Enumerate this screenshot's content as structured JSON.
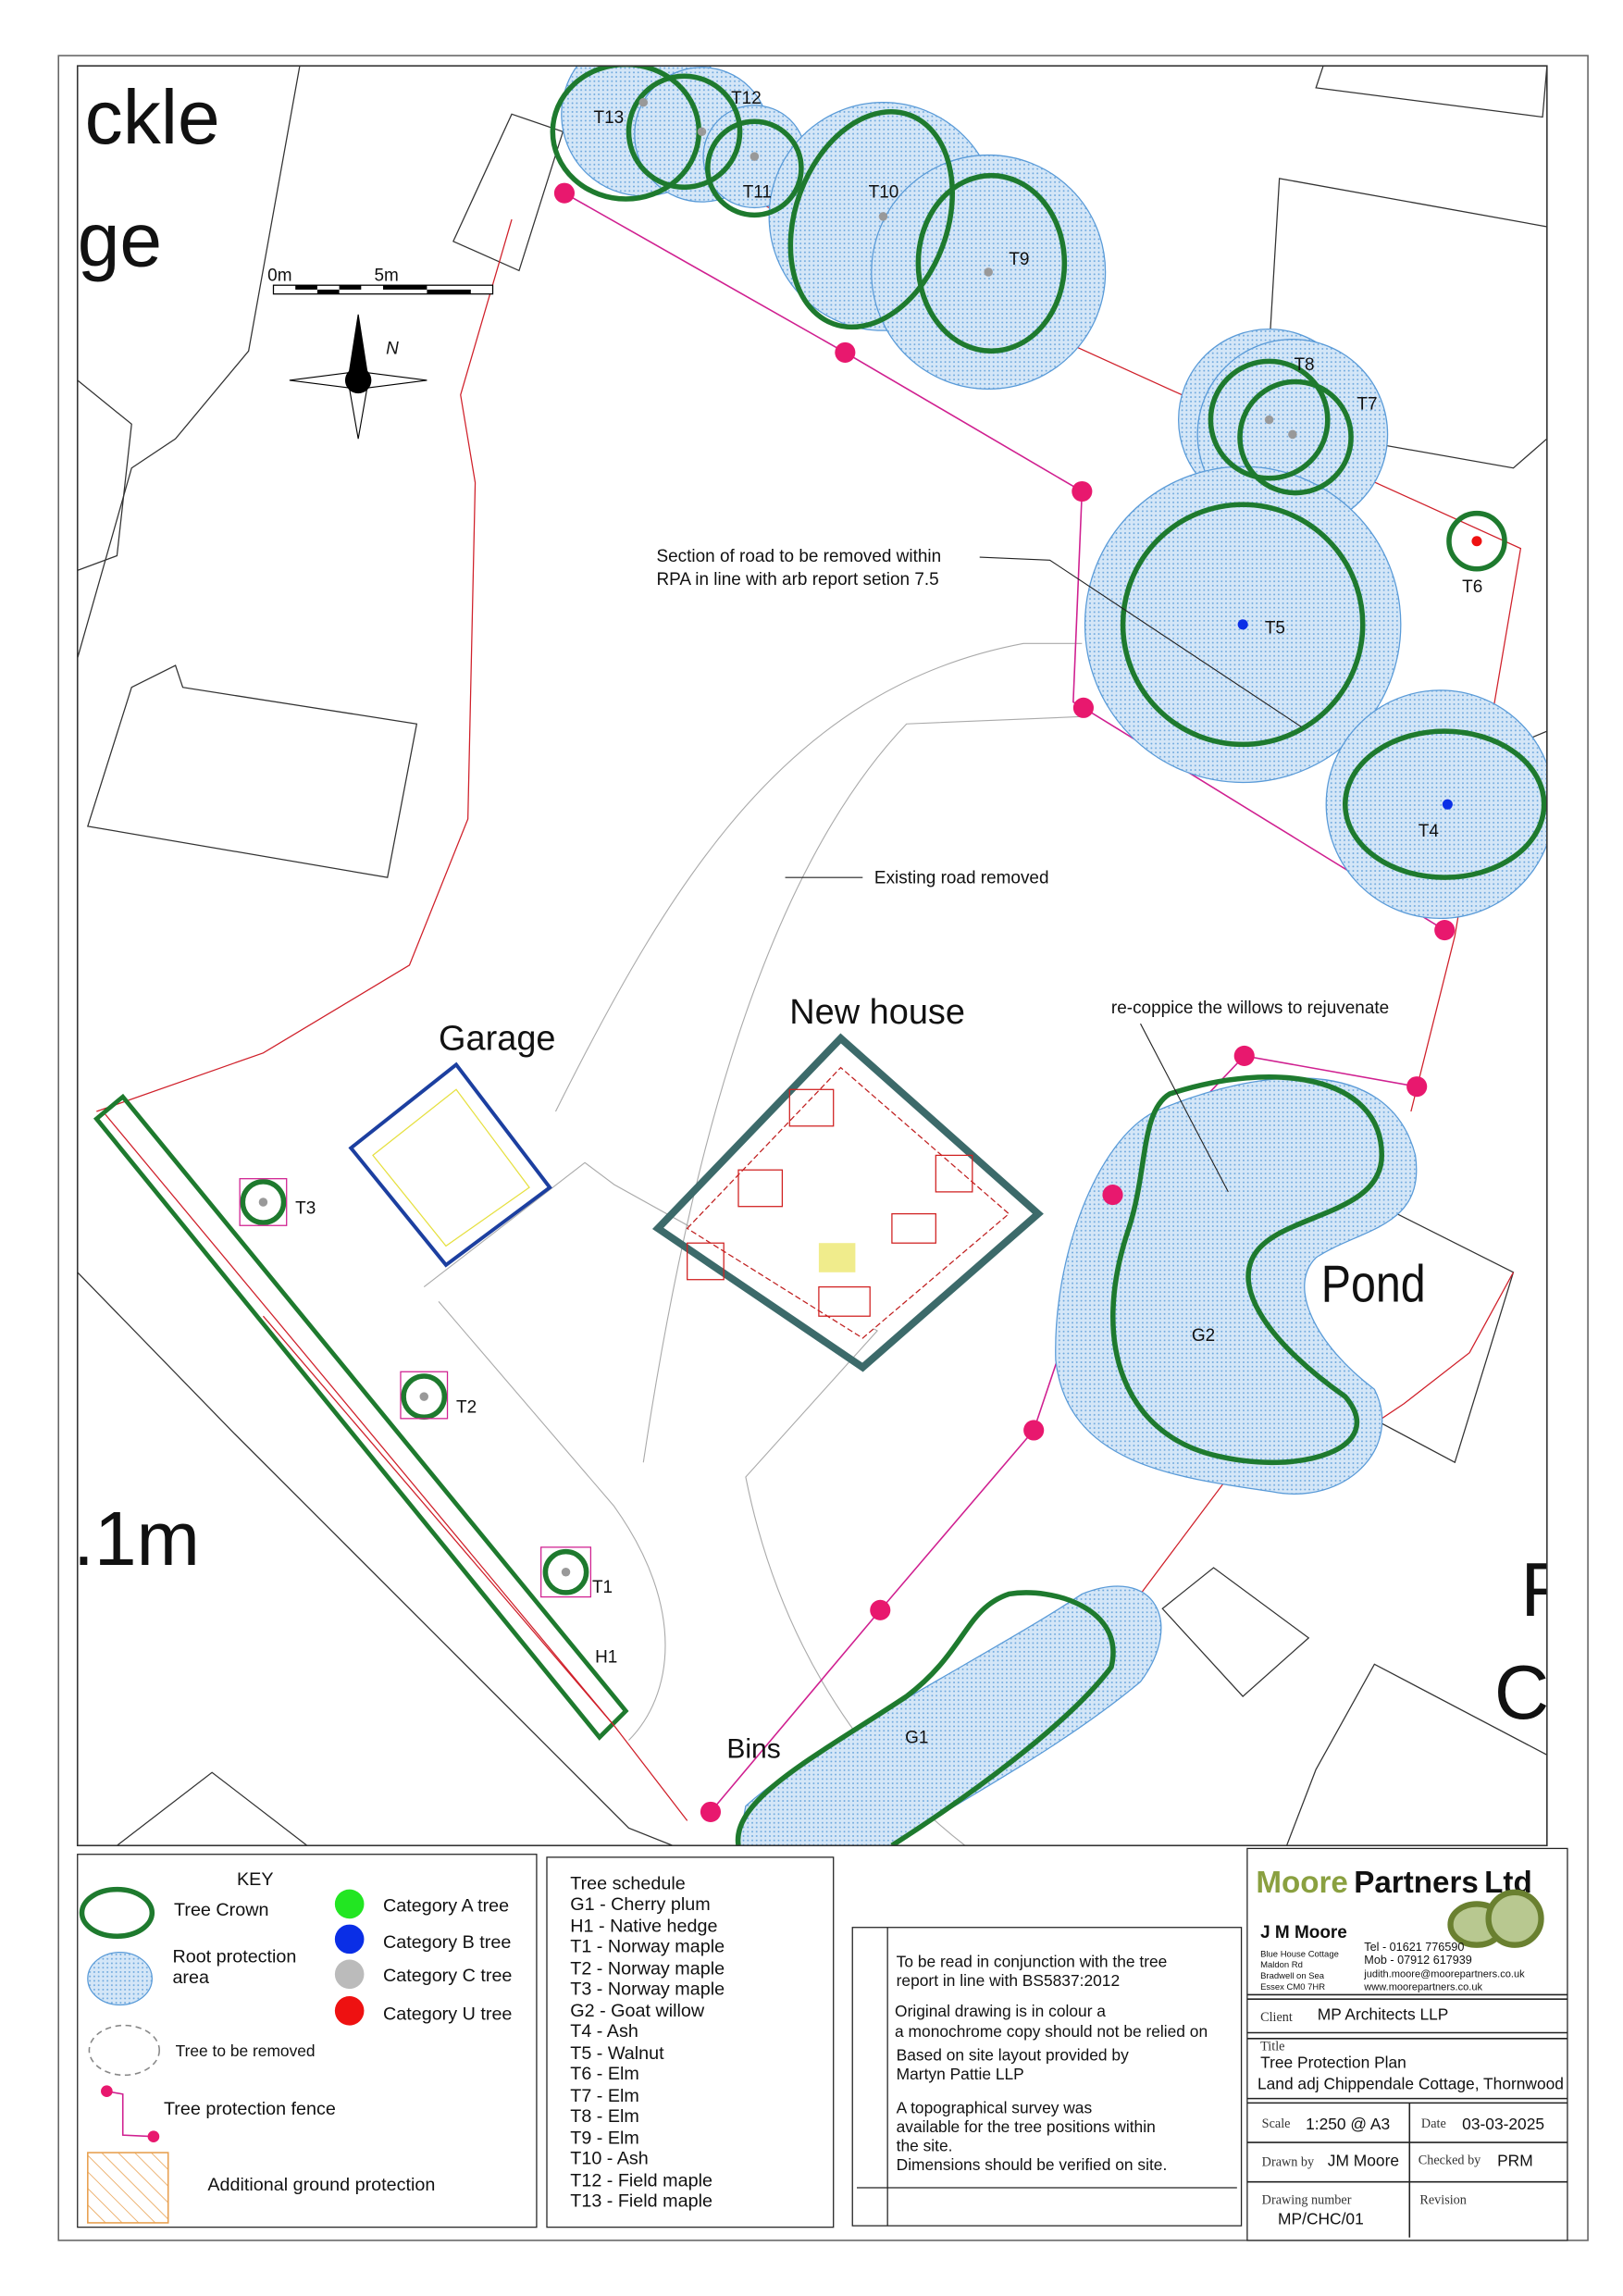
{
  "map": {
    "partial_labels": [
      "ckle",
      "ge",
      ".1m",
      "F",
      "C"
    ],
    "scale_bar": {
      "start": "0m",
      "mid": "5m"
    },
    "north": "N",
    "labels": {
      "garage": "Garage",
      "new_house": "New house",
      "pond": "Pond",
      "bins": "Bins",
      "road_note_1": "Section of road to be removed within",
      "road_note_2": "RPA in line with arb report setion 7.5",
      "existing_road": "Existing road removed",
      "coppice": "re-coppice the willows to rejuvenate"
    },
    "trees": [
      "T1",
      "T2",
      "T3",
      "T4",
      "T5",
      "T6",
      "T7",
      "T8",
      "T9",
      "T10",
      "T11",
      "T12",
      "T13",
      "G1",
      "G2",
      "H1"
    ],
    "colors": {
      "crown": "#1e7a2e",
      "rpa": "#5a9bd8",
      "fence": "#e8186e",
      "boundary": "#d0202a"
    }
  },
  "key": {
    "title": "KEY",
    "tree_crown": "Tree Crown",
    "rpa_1": "Root protection",
    "rpa_2": "area",
    "tree_removed": "Tree to be removed",
    "fence": "Tree protection fence",
    "ground": "Additional ground protection",
    "categories": [
      {
        "label": "Category A  tree",
        "color": "#22e622"
      },
      {
        "label": "Category B tree",
        "color": "#0a2ee6"
      },
      {
        "label": "Category C tree",
        "color": "#bbbbbb"
      },
      {
        "label": "Category U tree",
        "color": "#ee1111"
      }
    ]
  },
  "schedule": {
    "title": "Tree schedule",
    "items": [
      "G1 - Cherry plum",
      "H1 - Native hedge",
      "T1 - Norway maple",
      "T2 - Norway maple",
      "T3 - Norway maple",
      "G2 - Goat willow",
      "T4 - Ash",
      "T5 - Walnut",
      "T6 - Elm",
      "T7 - Elm",
      "T8 - Elm",
      "T9 - Elm",
      "T10 - Ash",
      "T12 - Field maple",
      "T13 - Field maple"
    ]
  },
  "notes": [
    "To be read in conjunction with the tree",
    " report in line with BS5837:2012",
    "Original drawing is in colour a",
    " a monochrome copy should not be relied on",
    "Based on site layout provided by",
    "Martyn Pattie LLP",
    "A topographical survey was",
    "available for the tree positions within",
    "the site.",
    "Dimensions should be verified on site."
  ],
  "title_block": {
    "logo_1": "Moore",
    "logo_2": "Partners",
    "logo_3": "Ltd",
    "name": "J M Moore",
    "address": [
      "Blue House Cottage",
      "Maldon Rd",
      "Bradwell on Sea",
      "Essex   CM0 7HR"
    ],
    "contact": [
      "Tel - 01621 776590",
      "Mob - 07912 617939",
      "judith.moore@moorepartners.co.uk",
      "www.moorepartners.co.uk"
    ],
    "client_label": "Client",
    "client": "MP Architects LLP",
    "title_label": "Title",
    "title": "Tree Protection Plan",
    "site": "Land adj Chippendale Cottage, Thornwood",
    "scale_label": "Scale",
    "scale": "1:250 @ A3",
    "date_label": "Date",
    "date": "03-03-2025",
    "drawn_label": "Drawn by",
    "drawn": "JM Moore",
    "checked_label": "Checked by",
    "checked": "PRM",
    "number_label": "Drawing number",
    "number": "MP/CHC/01",
    "revision_label": "Revision"
  }
}
